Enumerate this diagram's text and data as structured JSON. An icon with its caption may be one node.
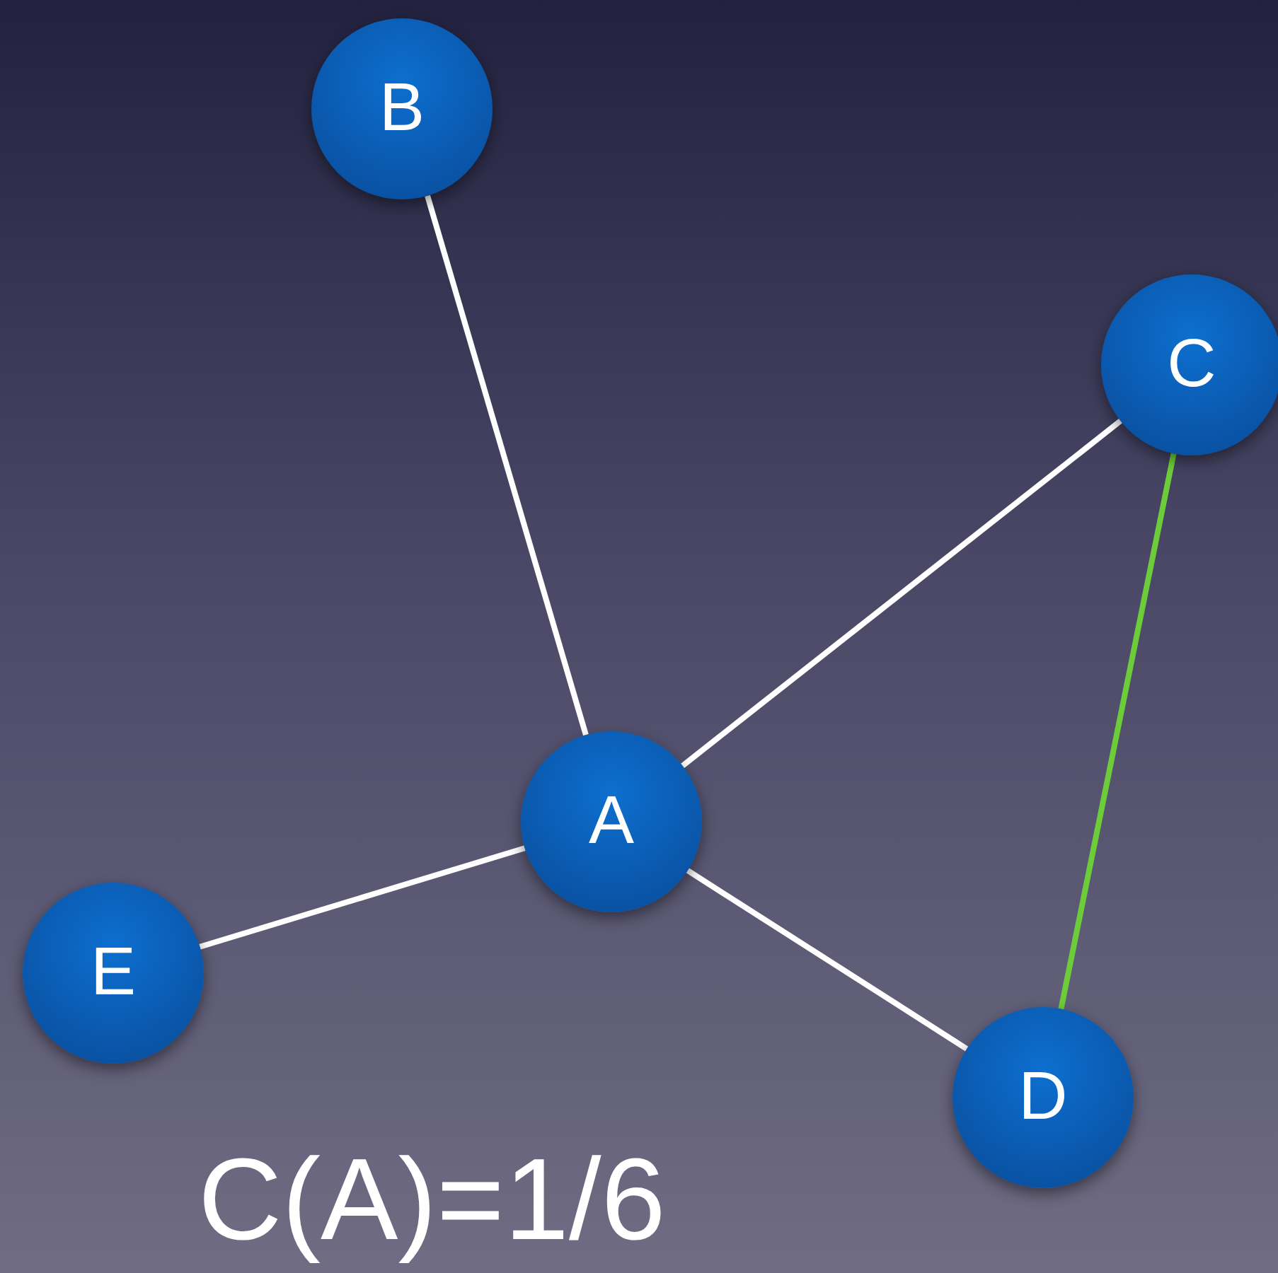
{
  "diagram": {
    "nodes": [
      {
        "text": [
          "B"
        ]
      },
      {
        "text": [
          "C"
        ]
      },
      {
        "text": [
          "A"
        ]
      },
      {
        "text": [
          "E"
        ]
      },
      {
        "text": [
          "D"
        ]
      }
    ],
    "edges": [
      {
        "from": 2,
        "to": 0,
        "arrow": "none"
      },
      {
        "from": 2,
        "to": 1,
        "arrow": "none"
      },
      {
        "from": 2,
        "to": 3,
        "arrow": "none"
      },
      {
        "from": 2,
        "to": 4,
        "arrow": "none"
      },
      {
        "from": 1,
        "to": 4,
        "arrow": "none",
        "color": "#6ccc3a"
      }
    ],
    "labels": [
      "C(A)=1/6"
    ]
  }
}
